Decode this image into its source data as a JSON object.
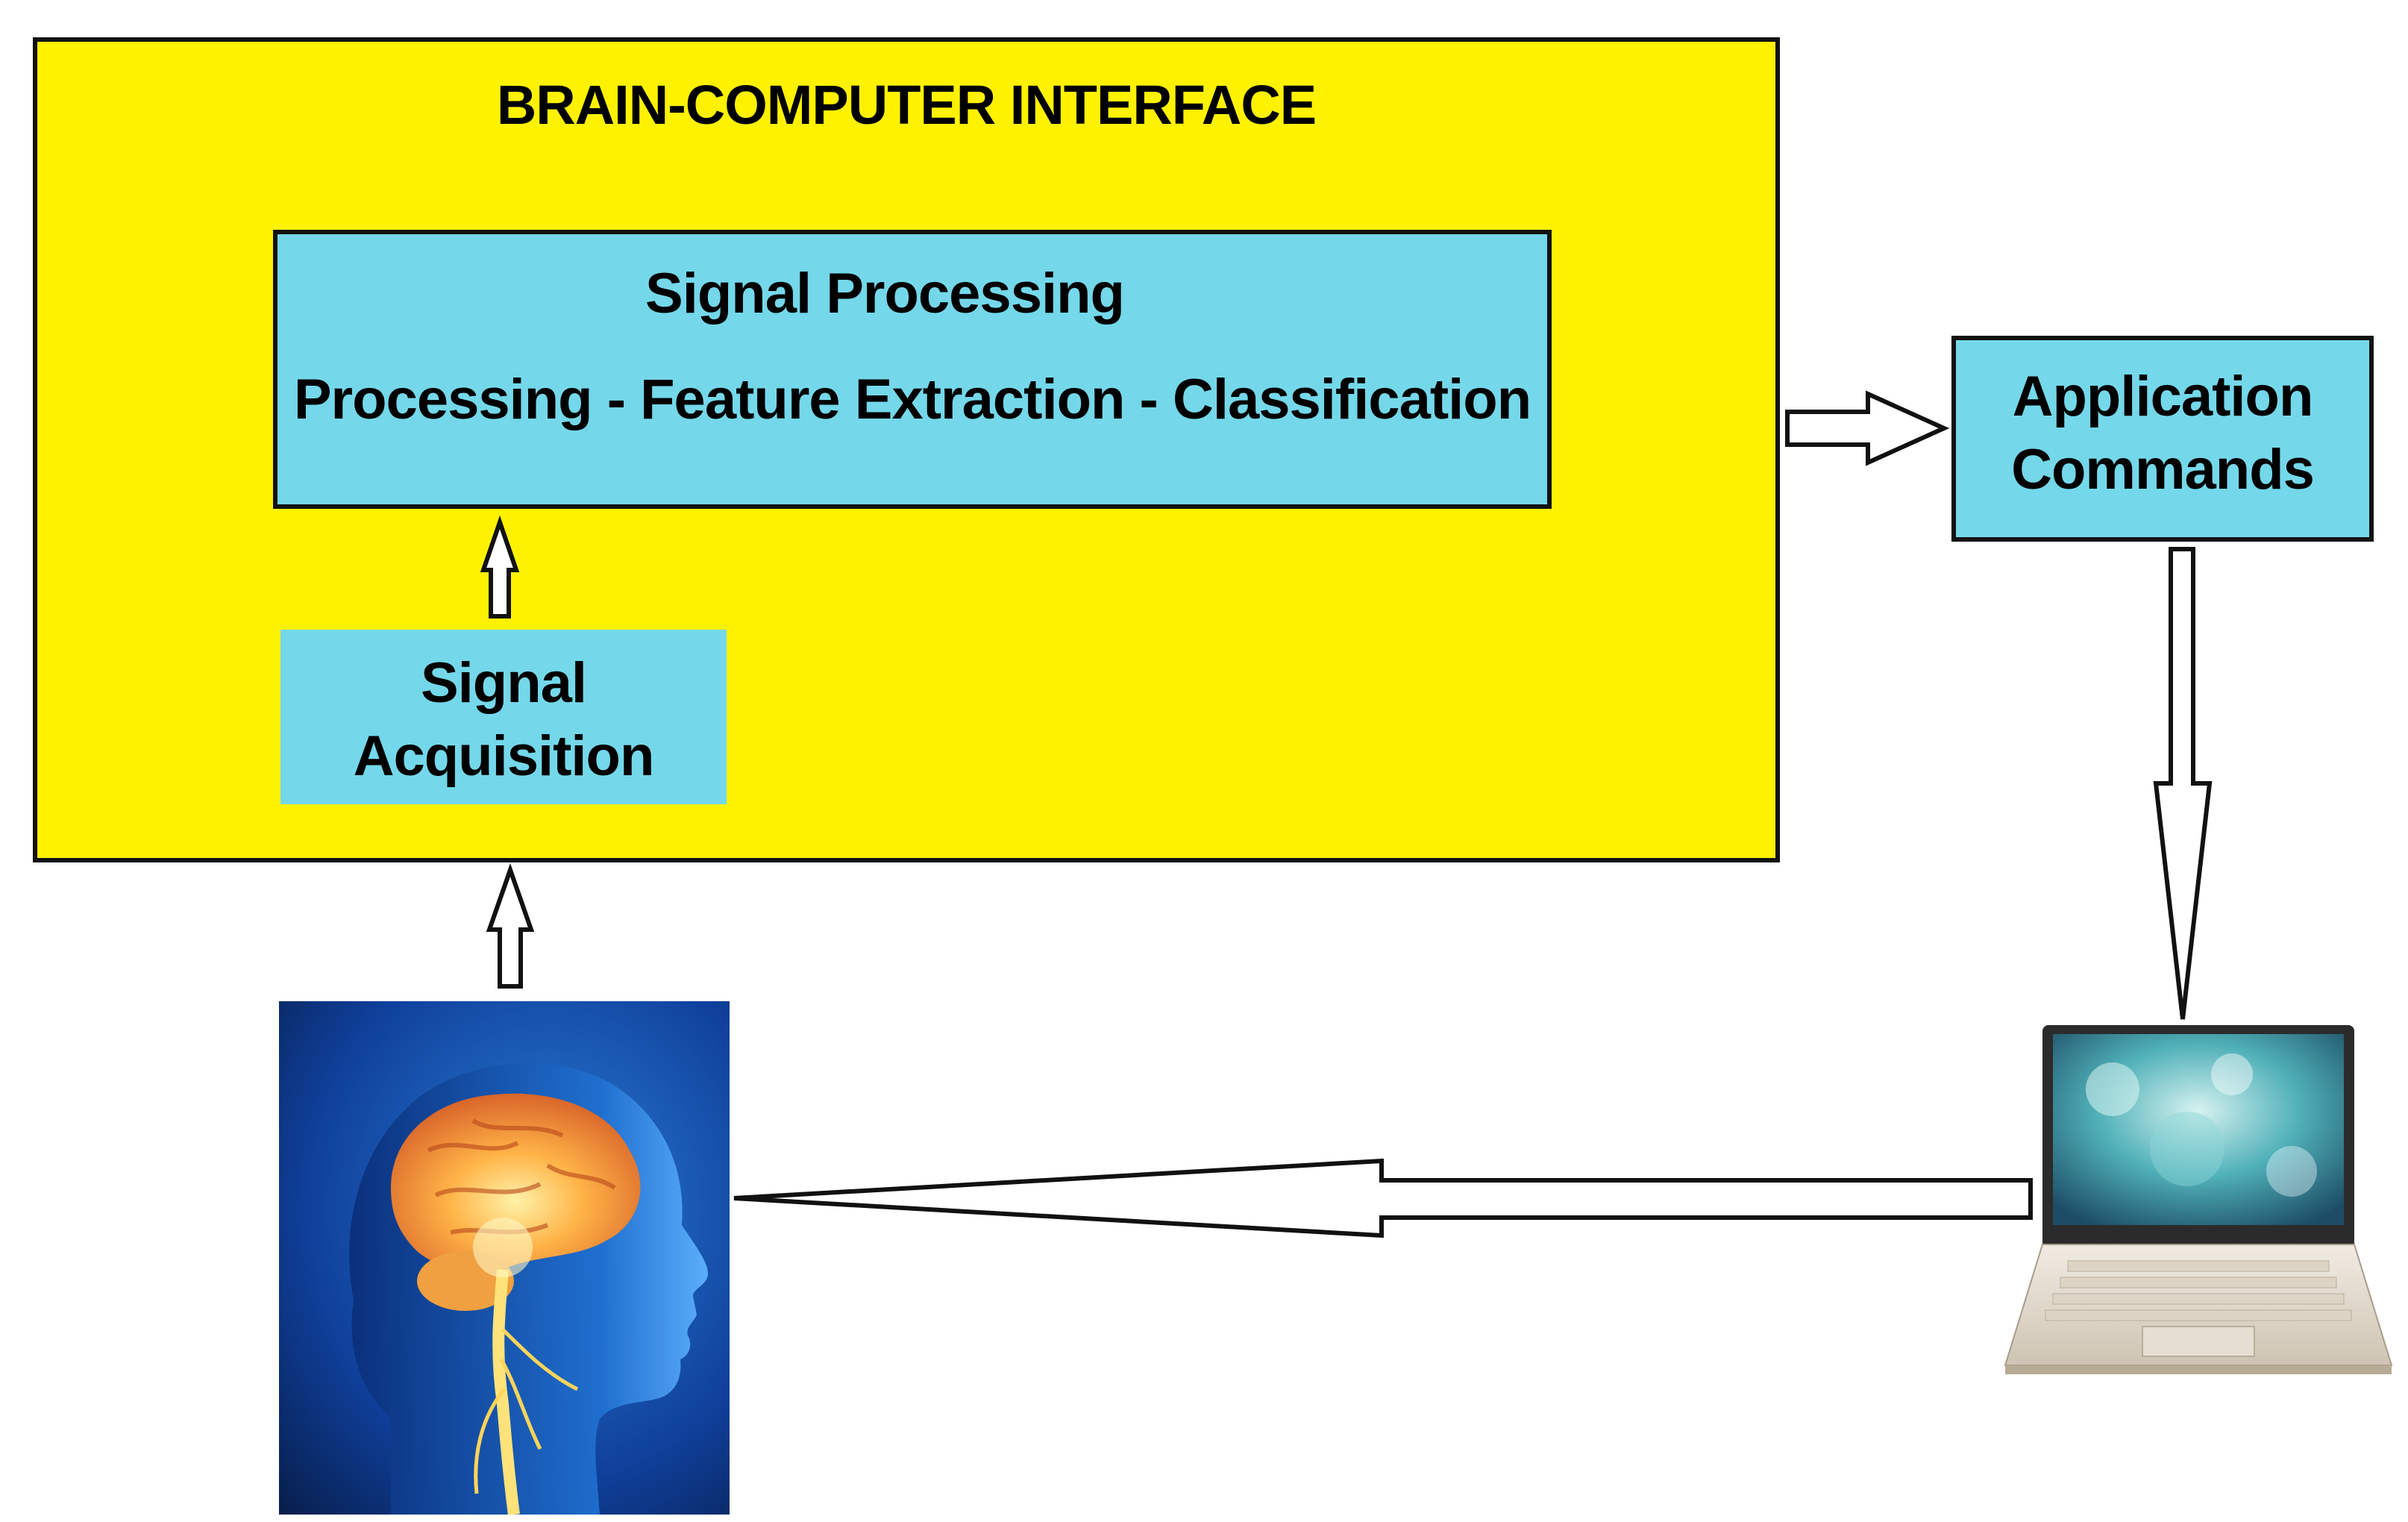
{
  "diagram": {
    "bci_title": "BRAIN-COMPUTER INTERFACE",
    "signal_processing": {
      "title": "Signal Processing",
      "steps": "Processing - Feature Extraction - Classification"
    },
    "signal_acquisition": {
      "line1": "Signal",
      "line2": "Acquisition"
    },
    "application_commands": {
      "line1": "Application",
      "line2": "Commands"
    }
  },
  "colors": {
    "bci_background": "#fff200",
    "box_fill": "#74d8ea",
    "border": "#111111"
  },
  "icons": {
    "brain": "human-head-brain-icon",
    "device": "laptop-icon"
  }
}
